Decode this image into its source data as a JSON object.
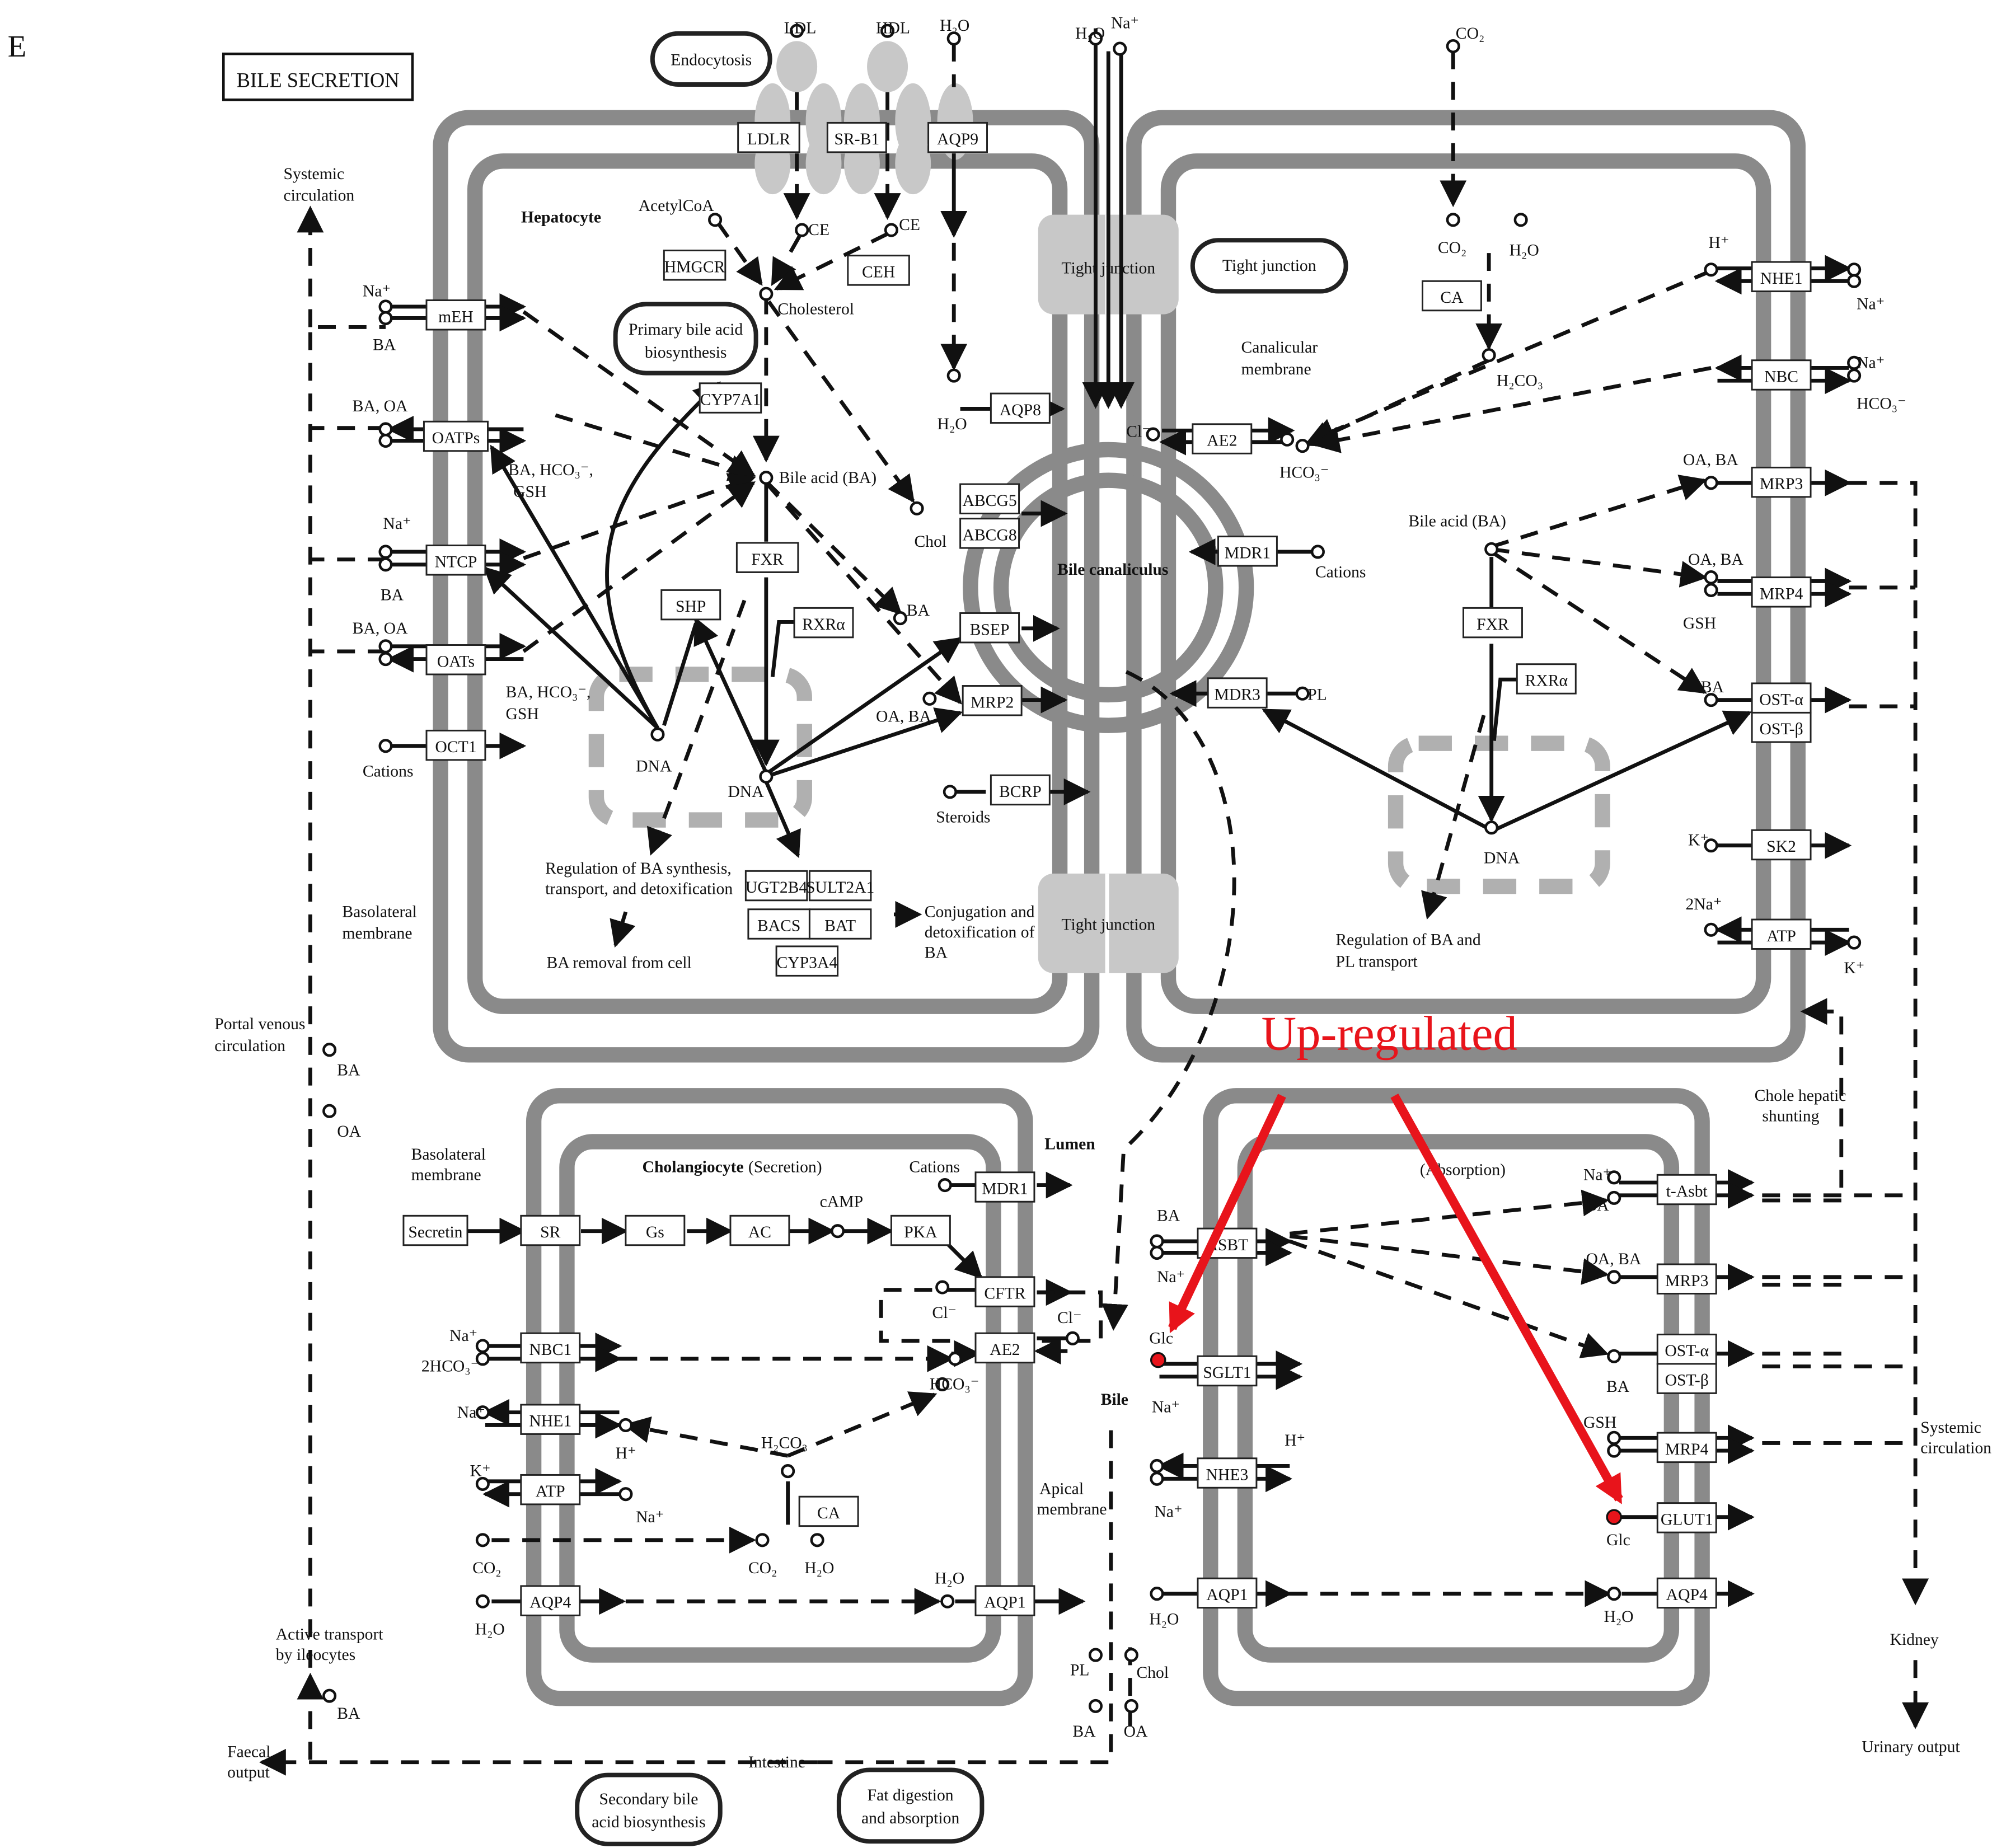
{
  "panel_label": "E",
  "title": "BILE SECRETION",
  "highlight": {
    "label": "Up-regulated",
    "color": "#e8141b",
    "marked": [
      "Glc",
      "Glc"
    ]
  },
  "genes": {
    "LDLR": "LDLR",
    "SR-B1": "SR-B1",
    "AQP9": "AQP9",
    "HMGCR": "HMGCR",
    "CEH": "CEH",
    "CYP7A1": "CYP7A1",
    "mEH": "mEH",
    "OATPs": "OATPs",
    "NTCP": "NTCP",
    "OATs": "OATs",
    "OCT1": "OCT1",
    "FXR": "FXR",
    "SHP": "SHP",
    "RXRa": "RXRα",
    "AQP8": "AQP8",
    "ABCG5": "ABCG5",
    "ABCG8": "ABCG8",
    "BSEP": "BSEP",
    "MRP2": "MRP2",
    "BCRP": "BCRP",
    "UGT2B4": "UGT2B4",
    "SULT2A1": "SULT2A1",
    "BACS": "BACS",
    "BAT": "BAT",
    "CYP3A4": "CYP3A4",
    "AE2": "AE2",
    "MDR1": "MDR1",
    "MDR3": "MDR3",
    "CA": "CA",
    "NHE1": "NHE1",
    "NBC": "NBC",
    "MRP3": "MRP3",
    "MRP4": "MRP4",
    "OST-a": "OST-α",
    "OST-b": "OST-β",
    "SK2": "SK2",
    "ATP": "ATP",
    "FXR2": "FXR",
    "RXRa2": "RXRα",
    "Secretin": "Secretin",
    "SR": "SR",
    "Gs": "Gs",
    "AC": "AC",
    "PKA": "PKA",
    "MDR1b": "MDR1",
    "CFTR": "CFTR",
    "AE2b": "AE2",
    "NBC1": "NBC1",
    "NHE1b": "NHE1",
    "ATPb": "ATP",
    "CAb": "CA",
    "AQP4": "AQP4",
    "AQP1": "AQP1",
    "ASBT": "ASBT",
    "SGLT1": "SGLT1",
    "NHE3": "NHE3",
    "AQP1b": "AQP1",
    "t-Asbt": "t-Asbt",
    "MRP3b": "MRP3",
    "OST-a2": "OST-α",
    "OST-b2": "OST-β",
    "MRP4b": "MRP4",
    "GLUT1": "GLUT1",
    "AQP4b": "AQP4"
  },
  "compartments": {
    "endocytosis": "Endocytosis",
    "tight_junction_label": "Tight junction",
    "primary_bile": [
      "Primary bile acid",
      "biosynthesis"
    ],
    "secondary_bile": [
      "Secondary bile",
      "acid biosynthesis"
    ],
    "fat_digestion": [
      "Fat digestion",
      "and absorption"
    ]
  },
  "labels": {
    "LDL": "LDL",
    "HDL": "HDL",
    "H2O": "H₂O",
    "Na+": "Na⁺",
    "CO2": "CO₂",
    "hepatocyte": "Hepatocyte",
    "acetylcoa": "AcetylCoA",
    "CE": "CE",
    "cholesterol": "Cholesterol",
    "bile_acid": "Bile acid (BA)",
    "chol": "Chol",
    "BA": "BA",
    "OA_BA": "OA, BA",
    "DNA": "DNA",
    "steroids": "Steroids",
    "cations": "Cations",
    "PL": "PL",
    "bile_canaliculus": "Bile canaliculus",
    "canalicular": [
      "Canalicular",
      "membrane"
    ],
    "Cl-": "Cl⁻",
    "HCO3-": "HCO₃⁻",
    "H2CO3": "H₂CO₃",
    "H+": "H⁺",
    "K+": "K⁺",
    "2Na+": "2Na⁺",
    "GSH": "GSH",
    "BA_OA": "BA, OA",
    "BA_HCO3_GSH": [
      "BA, HCO₃⁻,",
      "GSH"
    ],
    "systemic": [
      "Systemic",
      "circulation"
    ],
    "portal": [
      "Portal venous",
      "circulation"
    ],
    "basolateral": [
      "Basolateral",
      "membrane"
    ],
    "OA": "OA",
    "reg1": [
      "Regulation of BA synthesis,",
      "transport, and detoxification"
    ],
    "removal": "BA removal from cell",
    "conjugation": [
      "Conjugation and",
      "detoxification of",
      "BA"
    ],
    "reg2": [
      "Regulation of BA and",
      "PL transport"
    ],
    "cholangiocyte": "Cholangiocyte",
    "secretion": "(Secretion)",
    "absorption": "(Absorption)",
    "lumen": "Lumen",
    "bile": "Bile",
    "cAMP": "cAMP",
    "2HCO3-": "2HCO₃⁻",
    "apical": [
      "Apical",
      "membrane"
    ],
    "cholehepatic": [
      "Chole hepatic",
      "shunting"
    ],
    "Glc": "Glc",
    "kidney": "Kidney",
    "urinary": "Urinary output",
    "intestine": "Intestine",
    "faecal": [
      "Faecal",
      "output"
    ],
    "active_transport": [
      "Active transport",
      "by ileocytes"
    ]
  }
}
